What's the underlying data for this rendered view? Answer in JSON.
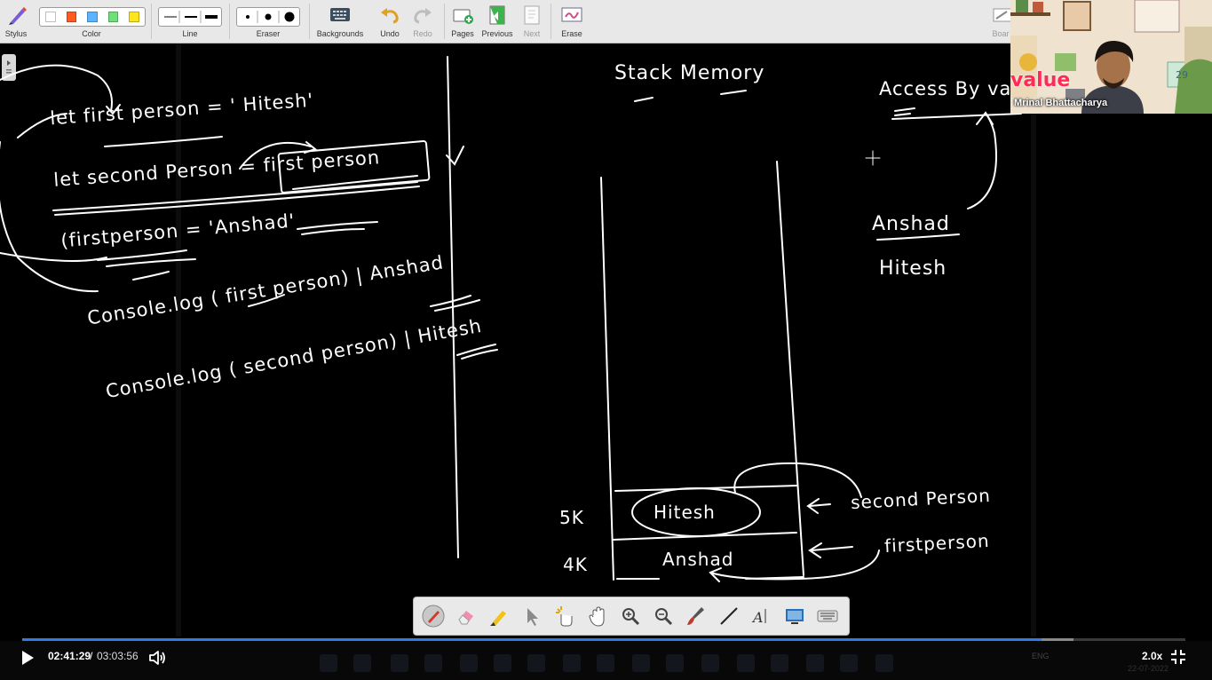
{
  "toolbar": {
    "stylus_label": "Stylus",
    "color_label": "Color",
    "line_label": "Line",
    "eraser_label": "Eraser",
    "backgrounds_label": "Backgrounds",
    "undo_label": "Undo",
    "redo_label": "Redo",
    "pages_label": "Pages",
    "previous_label": "Previous",
    "next_label": "Next",
    "erase_label": "Erase",
    "board_label": "Boar",
    "colors": [
      "#ffffff",
      "#ff5a1f",
      "#5ab4ff",
      "#6ee07a",
      "#ffe51f"
    ],
    "icons": {
      "stylus": "stylus-pen-icon",
      "line_thin": "line-thin-icon",
      "line_medium": "line-medium-icon",
      "line_thick": "line-thick-icon",
      "eraser_small": "eraser-small-icon",
      "eraser_medium": "eraser-medium-icon",
      "eraser_large": "eraser-large-icon",
      "backgrounds": "keyboard-grid-icon",
      "undo": "undo-arrow-icon",
      "redo": "redo-arrow-icon",
      "pages": "add-page-icon",
      "previous": "previous-page-icon",
      "next": "next-page-icon",
      "erase": "erase-board-icon"
    }
  },
  "webcam": {
    "name": "Mrinal Bhattacharya",
    "overlay_text": "value",
    "calendar_text": "29"
  },
  "board": {
    "code_lines": [
      "let first person = ' Hitesh'",
      "let second Person = first person",
      "(firstperson = 'Anshad'",
      "Console.log ( first person) | Anshad",
      "Console.log ( second person) | Hitesh"
    ],
    "stack_title": "Stack Memory",
    "stack_rows": [
      {
        "addr": "5K",
        "value": "Hitesh",
        "pointer": "second Person"
      },
      {
        "addr": "4K",
        "value": "Anshad",
        "pointer": "firstperson"
      }
    ],
    "access_title": "Access By value",
    "access_values": [
      "Anshad",
      "Hitesh"
    ]
  },
  "pen_tools": {
    "icons": [
      "pen-cursor-icon",
      "eraser-icon",
      "highlighter-icon",
      "pointer-arrow-icon",
      "magic-hand-icon",
      "hand-pan-icon",
      "zoom-in-icon",
      "zoom-out-icon",
      "brush-icon",
      "line-tool-icon",
      "text-tool-icon",
      "screen-capture-icon",
      "keyboard-icon"
    ]
  },
  "player": {
    "current_time": "02:41:29",
    "separator": "/",
    "total_time": "03:03:56",
    "speed": "2.0x",
    "progress_fraction": 0.8766,
    "buffered_fraction": 0.9036,
    "colors": {
      "progress": "#2f7be8",
      "buffer": "#8a8a8a"
    }
  },
  "taskbar_ghost": {
    "lang": "ENG",
    "date": "22-07-2022"
  }
}
